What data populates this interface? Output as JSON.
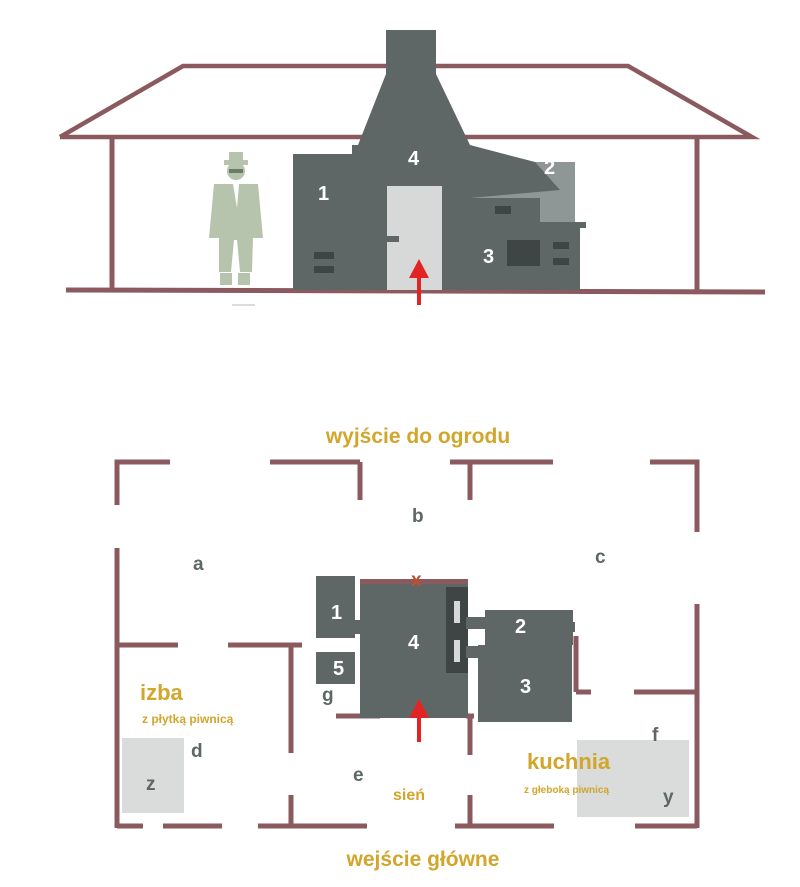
{
  "colors": {
    "wall": "#8a5a5f",
    "stove": "#5e6766",
    "door": "#d7d9d8",
    "figure": "#b7c4ad",
    "label_gold": "#d2a52b",
    "arrow": "#e32424",
    "cellar": "#d9dcdb"
  },
  "elevation": {
    "num_1": "1",
    "num_2": "2",
    "num_3": "3",
    "num_4": "4",
    "figure_icon": "man-in-hat-icon",
    "arrow_icon": "red-arrow-up-icon"
  },
  "plan": {
    "garden_exit": "wyjście do ogrodu",
    "main_entrance": "wejście główne",
    "room_izba": "izba",
    "room_izba_sub": "z płytką piwnicą",
    "room_kuchnia": "kuchnia",
    "room_kuchnia_sub": "z głeboką piwnicą",
    "room_sien": "sień",
    "letter_a": "a",
    "letter_b": "b",
    "letter_c": "c",
    "letter_d": "d",
    "letter_e": "e",
    "letter_f": "f",
    "letter_g": "g",
    "letter_x": "x",
    "letter_y": "y",
    "letter_z": "z",
    "num_1": "1",
    "num_2": "2",
    "num_3": "3",
    "num_4": "4",
    "num_5": "5"
  }
}
